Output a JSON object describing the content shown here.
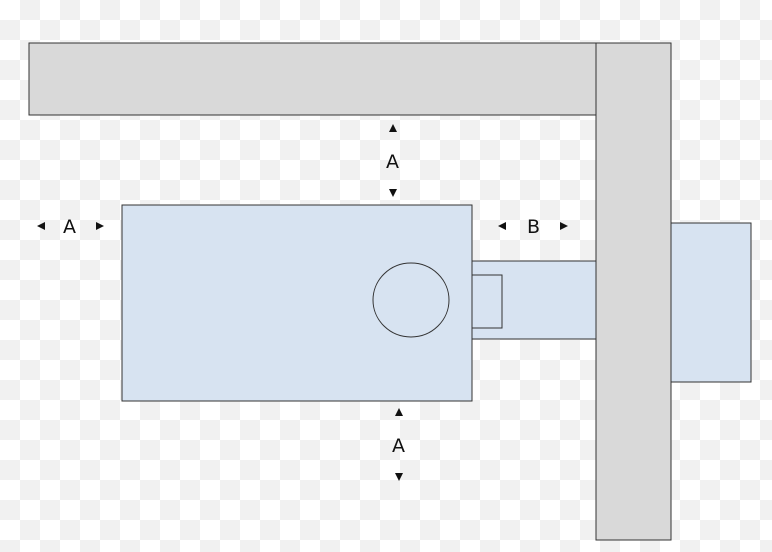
{
  "labels": {
    "left_clearance": "A",
    "top_clearance": "A",
    "bottom_clearance": "A",
    "right_clearance": "B"
  },
  "colors": {
    "wall": "#d9d9d9",
    "device": "#d7e3f1",
    "stroke": "#333333"
  }
}
